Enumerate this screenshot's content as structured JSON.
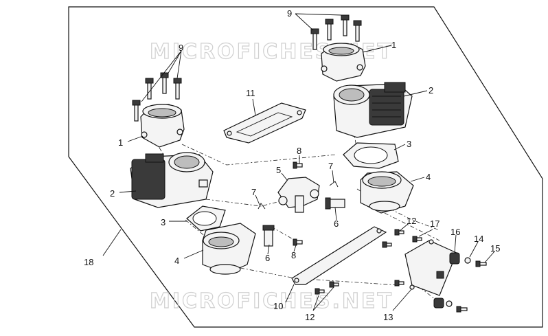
{
  "watermark": {
    "top": "MICROFICHES.NET",
    "bottom": "MICROFICHES.NET"
  },
  "callouts": [
    {
      "id": "c9a",
      "text": "9"
    },
    {
      "id": "c1a",
      "text": "1"
    },
    {
      "id": "c9b",
      "text": "9"
    },
    {
      "id": "c1b",
      "text": "1"
    },
    {
      "id": "c11",
      "text": "11"
    },
    {
      "id": "c2a",
      "text": "2"
    },
    {
      "id": "c3a",
      "text": "3"
    },
    {
      "id": "c8a",
      "text": "8"
    },
    {
      "id": "c5",
      "text": "5"
    },
    {
      "id": "c7a",
      "text": "7"
    },
    {
      "id": "c4a",
      "text": "4"
    },
    {
      "id": "c2b",
      "text": "2"
    },
    {
      "id": "c7b",
      "text": "7"
    },
    {
      "id": "c6a",
      "text": "6"
    },
    {
      "id": "c3b",
      "text": "3"
    },
    {
      "id": "c12a",
      "text": "12"
    },
    {
      "id": "c17",
      "text": "17"
    },
    {
      "id": "c16",
      "text": "16"
    },
    {
      "id": "c14",
      "text": "14"
    },
    {
      "id": "c15",
      "text": "15"
    },
    {
      "id": "c4b",
      "text": "4"
    },
    {
      "id": "c6b",
      "text": "6"
    },
    {
      "id": "c8b",
      "text": "8"
    },
    {
      "id": "c18",
      "text": "18"
    },
    {
      "id": "c10",
      "text": "10"
    },
    {
      "id": "c12b",
      "text": "12"
    },
    {
      "id": "c13",
      "text": "13"
    }
  ]
}
